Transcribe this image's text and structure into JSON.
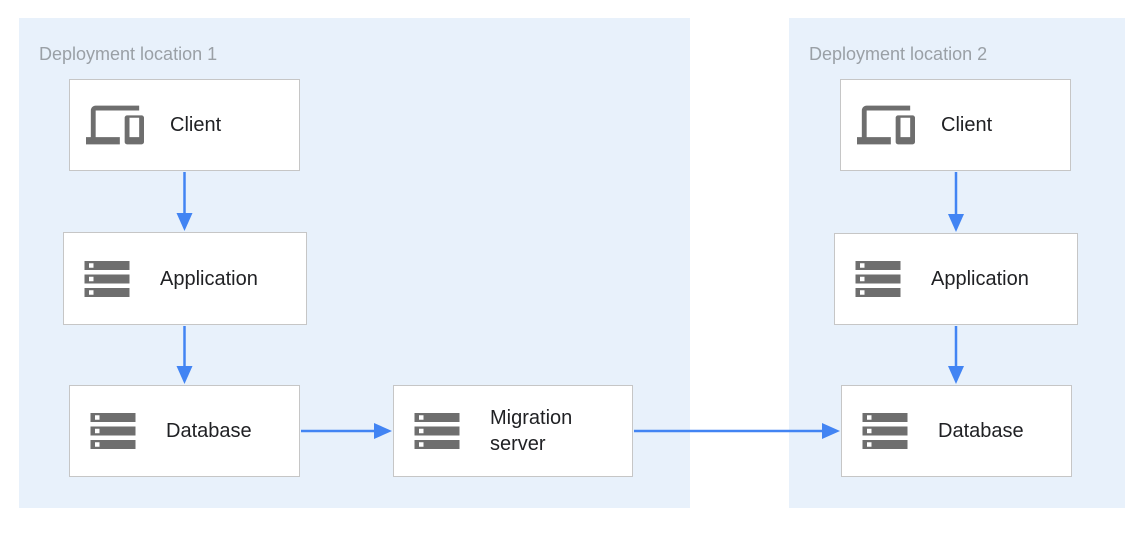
{
  "diagram": {
    "regions": [
      {
        "label": "Deployment location 1",
        "nodes": [
          {
            "id": "client-1",
            "icon": "devices-icon",
            "label": "Client"
          },
          {
            "id": "application-1",
            "icon": "storage-icon",
            "label": "Application"
          },
          {
            "id": "database-1",
            "icon": "storage-icon",
            "label": "Database"
          }
        ]
      },
      {
        "label": "Deployment location 2",
        "nodes": [
          {
            "id": "client-2",
            "icon": "devices-icon",
            "label": "Client"
          },
          {
            "id": "application-2",
            "icon": "storage-icon",
            "label": "Application"
          },
          {
            "id": "database-2",
            "icon": "storage-icon",
            "label": "Database"
          }
        ]
      }
    ],
    "standalone_nodes": [
      {
        "id": "migration-server",
        "icon": "storage-icon",
        "label": "Migration server"
      }
    ],
    "connections": [
      {
        "from": "client-1",
        "to": "application-1"
      },
      {
        "from": "application-1",
        "to": "database-1"
      },
      {
        "from": "database-1",
        "to": "migration-server"
      },
      {
        "from": "migration-server",
        "to": "database-2"
      },
      {
        "from": "client-2",
        "to": "application-2"
      },
      {
        "from": "application-2",
        "to": "database-2"
      }
    ],
    "colors": {
      "region_fill": "#E8F1FB",
      "arrow": "#4284F3",
      "node_fill": "#FFFFFF",
      "node_border": "#C6C6C6",
      "icon": "#6E6E6E",
      "region_label_text": "#9AA0A6",
      "node_label_text": "#202124"
    }
  }
}
